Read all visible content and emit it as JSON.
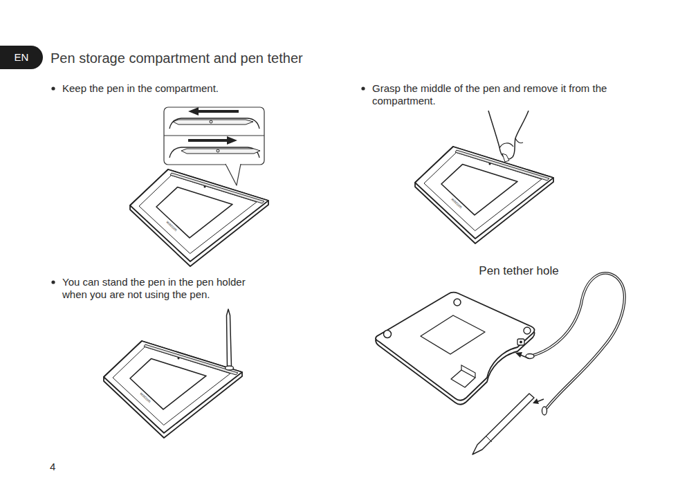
{
  "diagram": {
    "title": "Pen storage compartment and pen tether",
    "nodes": [
      {
        "text": [
          "EN"
        ]
      }
    ],
    "labels": [
      "Keep the pen in the compartment.",
      "Grasp the middle of the pen and remove it from the compartment.",
      "You can stand the pen in the pen holder when you are not using the pen.",
      "Pen tether hole",
      "wacom",
      "wacom",
      "wacom",
      "4"
    ]
  }
}
